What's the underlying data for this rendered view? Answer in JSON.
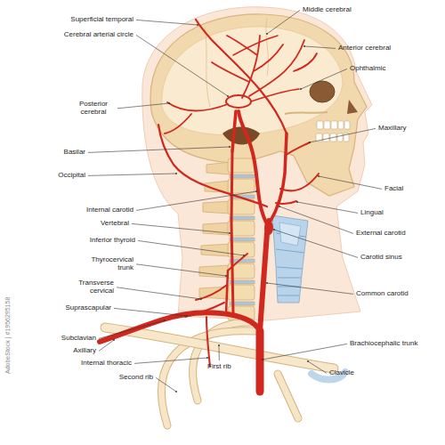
{
  "diagram": {
    "labels": [
      "Superficial temporal",
      "Cerebral arterial circle",
      "Posterior cerebral",
      "Basilar",
      "Occipital",
      "Internal carotid",
      "Vertebral",
      "Inferior thyroid",
      "Thyrocervical trunk",
      "Transverse cervical",
      "Suprascapular",
      "Subclavian",
      "Axillary",
      "Internal thoracic",
      "Second rib",
      "First rib",
      "Middle cerebral",
      "Anterior cerebral",
      "Ophthalmic",
      "Maxillary",
      "Facial",
      "Lingual",
      "External carotid",
      "Carotid sinus",
      "Common carotid",
      "Brachiocephalic trunk",
      "Clavicle",
      "AdobeStock | #1956295158"
    ]
  }
}
